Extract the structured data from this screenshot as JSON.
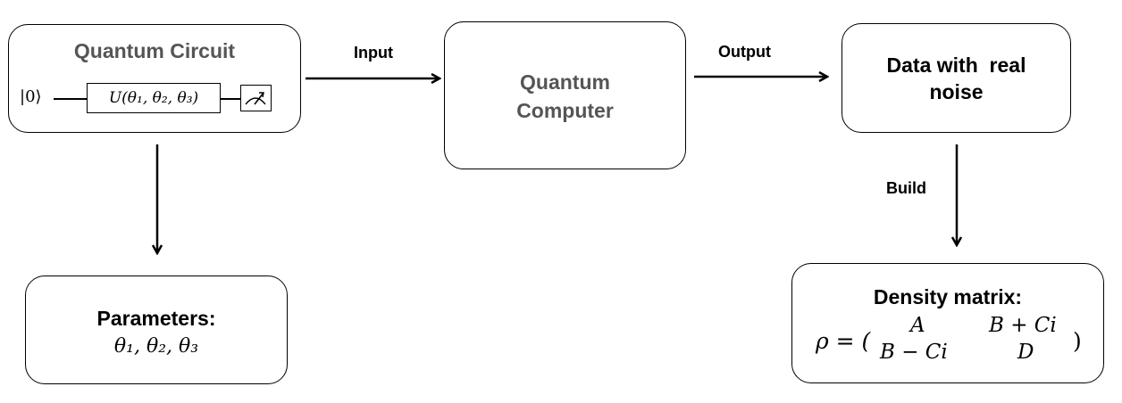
{
  "nodes": {
    "circuit": {
      "title": "Quantum Circuit",
      "ket": "|0⟩",
      "gate": "U(θ₁, θ₂, θ₃)"
    },
    "computer": {
      "line1": "Quantum",
      "line2": "Computer"
    },
    "data": {
      "line1": "Data with  real",
      "line2": "noise"
    },
    "parameters": {
      "title": "Parameters:",
      "values": "θ₁, θ₂, θ₃"
    },
    "density": {
      "title": "Density matrix:",
      "rho": "ρ = (",
      "a": "A",
      "bci": "B + Ci",
      "bmci": "B − Ci",
      "d": "D",
      "close": ")"
    }
  },
  "edges": {
    "input": "Input",
    "output": "Output",
    "build": "Build"
  },
  "colors": {
    "grey_text": "#555555",
    "line": "#000000"
  }
}
